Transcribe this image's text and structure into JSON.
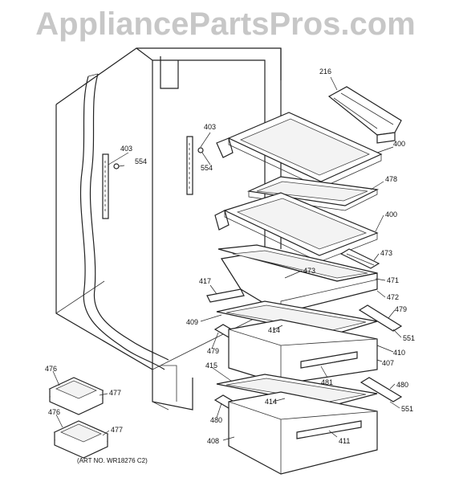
{
  "watermark": "AppliancePartsPros.com",
  "art_note": "(ART NO. WR18276 C2)",
  "callouts": {
    "c216": "216",
    "c403a": "403",
    "c403b": "403",
    "c554a": "554",
    "c554b": "554",
    "c400a": "400",
    "c400b": "400",
    "c478": "478",
    "c473a": "473",
    "c473b": "473",
    "c471": "471",
    "c472": "472",
    "c417": "417",
    "c409": "409",
    "c414a": "414",
    "c414b": "414",
    "c479a": "479",
    "c479b": "479",
    "c551a": "551",
    "c551b": "551",
    "c410": "410",
    "c407": "407",
    "c415": "415",
    "c481": "481",
    "c480a": "480",
    "c480b": "480",
    "c408": "408",
    "c411": "411",
    "c476a": "476",
    "c476b": "476",
    "c477a": "477",
    "c477b": "477"
  }
}
